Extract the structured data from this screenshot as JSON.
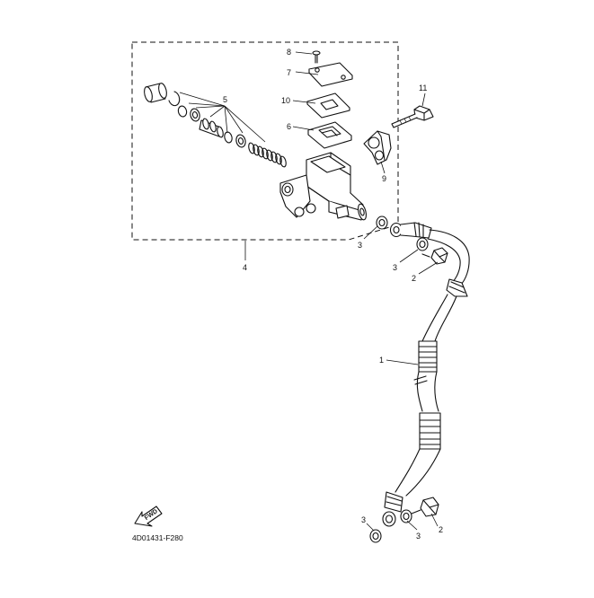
{
  "diagram": {
    "drawing_code": "4D01431-F280",
    "fwd_label": "FWD",
    "callouts": {
      "c8": "8",
      "c7": "7",
      "c10": "10",
      "c5": "5",
      "c6": "6",
      "c11": "11",
      "c9": "9",
      "c4": "4",
      "c3a": "3",
      "c3b": "3",
      "c2a": "2",
      "c1": "1",
      "c3c": "3",
      "c3d": "3",
      "c2b": "2"
    }
  }
}
